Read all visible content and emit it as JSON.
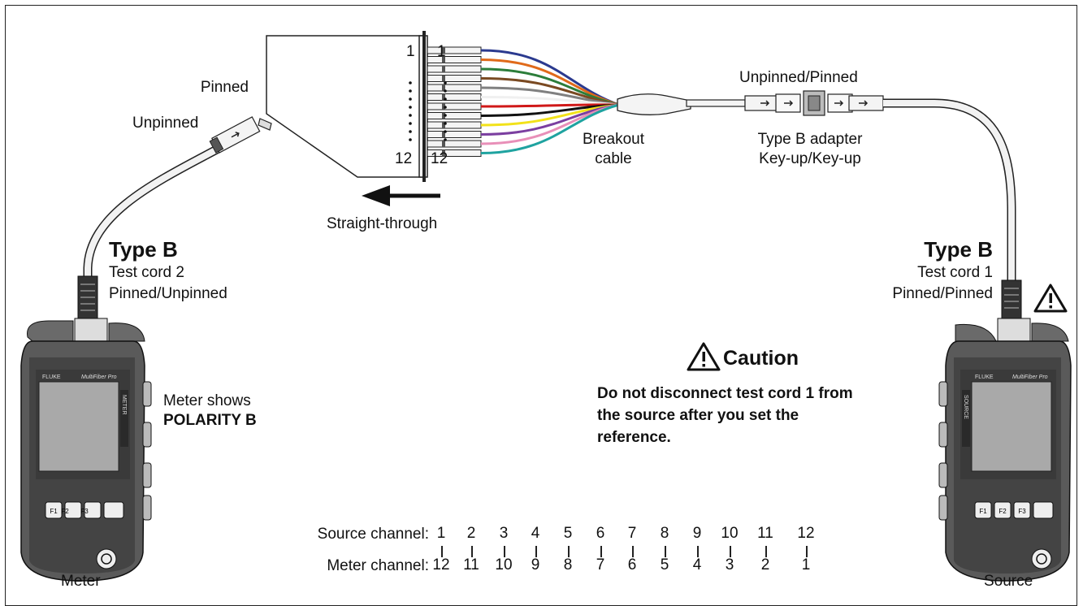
{
  "labels": {
    "pinned": "Pinned",
    "unpinned": "Unpinned",
    "cassette_top_left": "1",
    "cassette_top_right": "1",
    "cassette_bottom_left": "12",
    "cassette_bottom_right": "12",
    "breakout_line1": "Breakout",
    "breakout_line2": "cable",
    "unpinned_pinned": "Unpinned/Pinned",
    "adapter_line1": "Type B adapter",
    "adapter_line2": "Key-up/Key-up",
    "straight_through": "Straight-through",
    "left_type": "Type B",
    "left_cord": "Test cord 2",
    "left_pins": "Pinned/Unpinned",
    "right_type": "Type B",
    "right_cord": "Test cord 1",
    "right_pins": "Pinned/Pinned",
    "meter_shows": "Meter shows",
    "polarity": "POLARITY B",
    "caution_title": "Caution",
    "caution_line1": "Do not disconnect test cord 1 from",
    "caution_line2": "the source after you set the",
    "caution_line3": "reference.",
    "source_channel": "Source channel:",
    "meter_channel": "Meter channel:",
    "meter": "Meter",
    "source": "Source"
  },
  "devices": {
    "meter_brand": "FLUKE",
    "meter_model": "MultiFiber Pro",
    "meter_side": "METER",
    "source_side": "SOURCE",
    "keys": [
      "F1",
      "F2",
      "F3"
    ]
  },
  "channels": {
    "source": [
      "1",
      "2",
      "3",
      "4",
      "5",
      "6",
      "7",
      "8",
      "9",
      "10",
      "11",
      "12"
    ],
    "meter": [
      "12",
      "11",
      "10",
      "9",
      "8",
      "7",
      "6",
      "5",
      "4",
      "3",
      "2",
      "1"
    ]
  },
  "fiber_colors": [
    "#2b3a8f",
    "#e06a1a",
    "#2c7d3a",
    "#7a4a22",
    "#808080",
    "#f0f0f0",
    "#d01818",
    "#111111",
    "#f2e21a",
    "#7b3fa0",
    "#e88fb8",
    "#1fa3a0"
  ],
  "colors": {
    "outline": "#222222",
    "cable": "#f2f2f2",
    "device_body": "#5a5a5a",
    "screen": "#a9a9a9"
  }
}
